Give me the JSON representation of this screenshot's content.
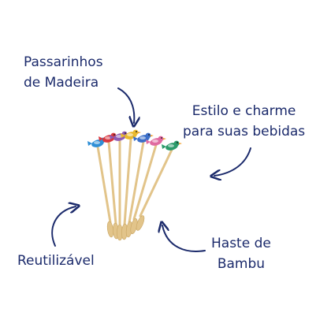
{
  "labels": {
    "birds": [
      "Passarinhos",
      "de Madeira"
    ],
    "style": [
      "Estilo e charme",
      "para suas bebidas"
    ],
    "reusable": [
      "Reutilizável"
    ],
    "stem": [
      "Haste de",
      "Bambu"
    ]
  },
  "colors": {
    "text": "#1b2a6b",
    "arrow": "#1b2a6b",
    "bamboo": "#e2c48a",
    "bamboo_dark": "#c9a663"
  },
  "birds": [
    {
      "color": "#2f8fd6",
      "icon": "bird-icon"
    },
    {
      "color": "#d9383f",
      "icon": "bird-icon"
    },
    {
      "color": "#8e5bb5",
      "icon": "bird-icon"
    },
    {
      "color": "#e9b92e",
      "icon": "bird-icon"
    },
    {
      "color": "#3b6fc9",
      "icon": "bird-icon"
    },
    {
      "color": "#e06aa0",
      "icon": "bird-icon"
    },
    {
      "color": "#2c9a6a",
      "icon": "bird-icon"
    }
  ]
}
